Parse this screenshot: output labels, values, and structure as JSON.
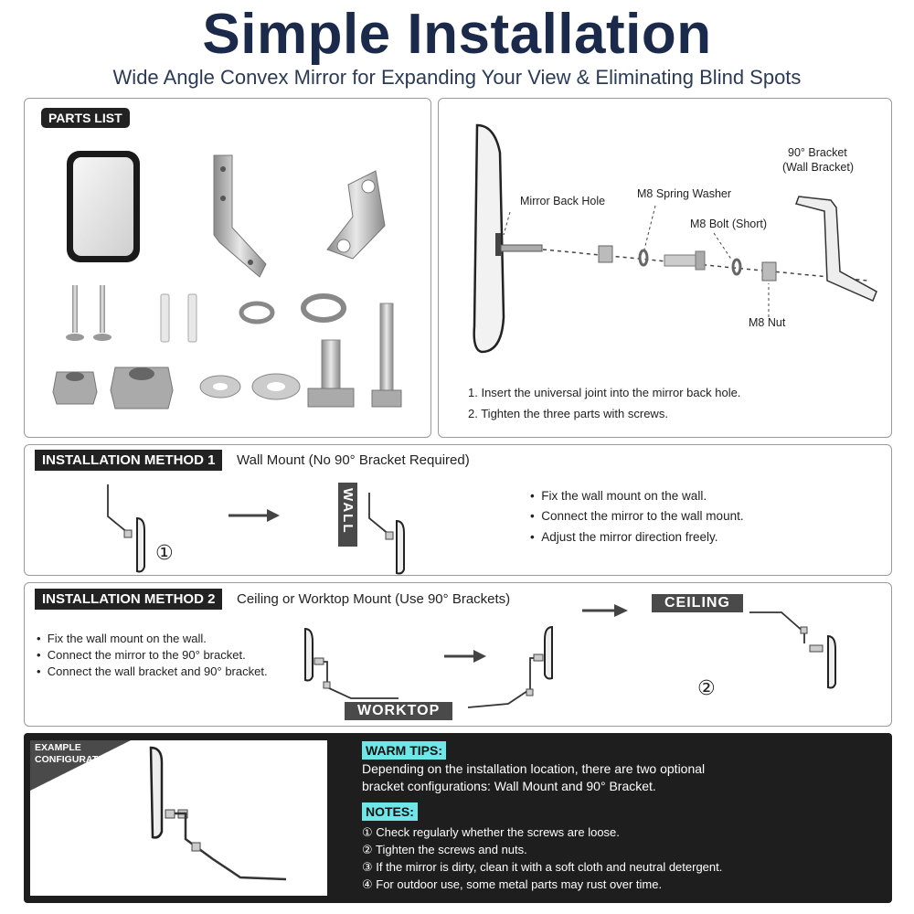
{
  "header": {
    "title": "Simple Installation",
    "subtitle": "Wide Angle Convex Mirror for Expanding Your View & Eliminating Blind Spots"
  },
  "parts": {
    "badge": "PARTS LIST"
  },
  "assembly": {
    "labels": {
      "mirror_back_hole": "Mirror Back Hole",
      "spring_washer": "M8 Spring Washer",
      "bolt_short": "M8 Bolt (Short)",
      "bracket_line1": "90° Bracket",
      "bracket_line2": "(Wall Bracket)",
      "nut": "M8 Nut"
    },
    "steps": [
      "1. Insert the universal joint into the mirror back hole.",
      "2. Tighten the three parts with screws."
    ]
  },
  "method1": {
    "badge": "INSTALLATION METHOD 1",
    "heading": "Wall Mount (No 90° Bracket Required)",
    "wall_tag": "WALL",
    "step_number": "①",
    "bullets": [
      "Fix the wall mount on the wall.",
      "Connect the mirror to the wall mount.",
      "Adjust the mirror direction freely."
    ]
  },
  "method2": {
    "badge": "INSTALLATION METHOD 2",
    "heading": "Ceiling or Worktop Mount (Use 90° Brackets)",
    "bullets": [
      "Fix the wall mount on the wall.",
      "Connect the mirror to the 90° bracket.",
      "Connect the wall bracket and 90° bracket."
    ],
    "worktop_tag": "WORKTOP",
    "ceiling_tag": "CEILING",
    "step_number": "②"
  },
  "example": {
    "tag_line1": "EXAMPLE",
    "tag_line2": "CONFIGURATION"
  },
  "tips": {
    "warm_label": "WARM TIPS:",
    "warm_lines": [
      "Depending on the installation location, there are two optional",
      "bracket configurations: Wall Mount and 90° Bracket."
    ],
    "notes_label": "NOTES:",
    "notes": [
      "① Check regularly whether the screws are loose.",
      "② Tighten the screws and nuts.",
      "③ If the mirror is dirty, clean it with a soft cloth and neutral detergent.",
      "④ For outdoor use, some metal parts may rust over time."
    ]
  },
  "colors": {
    "title": "#1b2a4a",
    "badge_bg": "#222222",
    "tag_bg": "#4a4a4a",
    "accent_cyan": "#6fe7e9",
    "dark_panel": "#1e1e1e"
  }
}
